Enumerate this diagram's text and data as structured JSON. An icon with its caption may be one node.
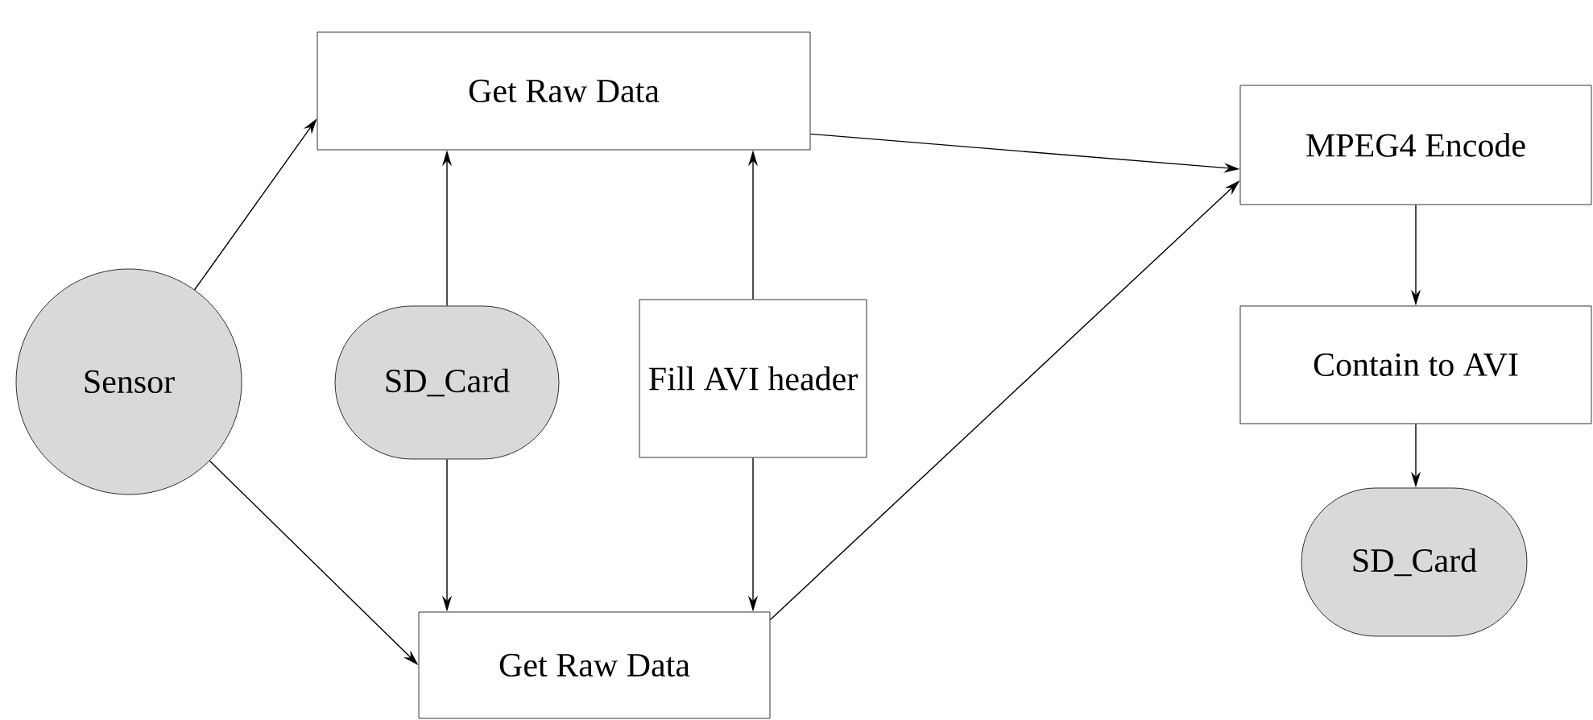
{
  "diagram": {
    "nodes": [
      {
        "text": [
          "Sensor"
        ]
      },
      {
        "text": [
          "Get Raw Data"
        ]
      },
      {
        "text": [
          "SD_Card"
        ]
      },
      {
        "text": [
          "Fill AVI header"
        ]
      },
      {
        "text": [
          "Get Raw Data"
        ]
      },
      {
        "text": [
          "MPEG4 Encode"
        ]
      },
      {
        "text": [
          "Contain to AVI"
        ]
      },
      {
        "text": [
          "SD_Card"
        ]
      }
    ],
    "edges": [
      {
        "from": 0,
        "to": 1,
        "arrow": "to"
      },
      {
        "from": 0,
        "to": 4,
        "arrow": "to"
      },
      {
        "from": 2,
        "to": 1,
        "arrow": "to"
      },
      {
        "from": 2,
        "to": 4,
        "arrow": "to"
      },
      {
        "from": 3,
        "to": 1,
        "arrow": "to"
      },
      {
        "from": 3,
        "to": 4,
        "arrow": "to"
      },
      {
        "from": 1,
        "to": 5,
        "arrow": "to"
      },
      {
        "from": 4,
        "to": 5,
        "arrow": "to"
      },
      {
        "from": 5,
        "to": 6,
        "arrow": "to"
      },
      {
        "from": 6,
        "to": 7,
        "arrow": "to"
      }
    ]
  }
}
